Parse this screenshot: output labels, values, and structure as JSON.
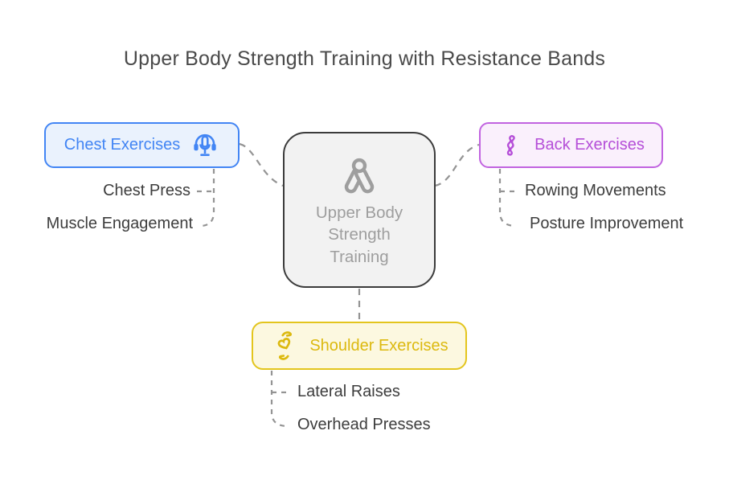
{
  "title": "Upper Body Strength Training with Resistance Bands",
  "center": {
    "label": "Upper Body Strength Training",
    "icon": "hand-gripper-icon",
    "background": "#f2f2f2",
    "border": "#3b3b3b",
    "text_color": "#9e9e9e"
  },
  "branches": {
    "chest": {
      "label": "Chest Exercises",
      "icon": "microphone-headphones-icon",
      "accent": "#4285f4",
      "background": "#eaf2fd",
      "children": [
        "Chest Press",
        "Muscle Engagement"
      ]
    },
    "back": {
      "label": "Back Exercises",
      "icon": "spine-icon",
      "accent": "#b54fd8",
      "border": "#c163e0",
      "background": "#faf0fc",
      "children": [
        "Rowing Movements",
        "Posture Improvement"
      ]
    },
    "shoulder": {
      "label": "Shoulder Exercises",
      "icon": "hands-holding-heart-icon",
      "accent": "#dcb90f",
      "border": "#e3c51d",
      "background": "#fcf8e0",
      "children": [
        "Lateral Raises",
        "Overhead Presses"
      ]
    }
  },
  "colors": {
    "title_text": "#4a4a4a",
    "connector": "#949494",
    "subitem_text": "#3d3d3d"
  }
}
